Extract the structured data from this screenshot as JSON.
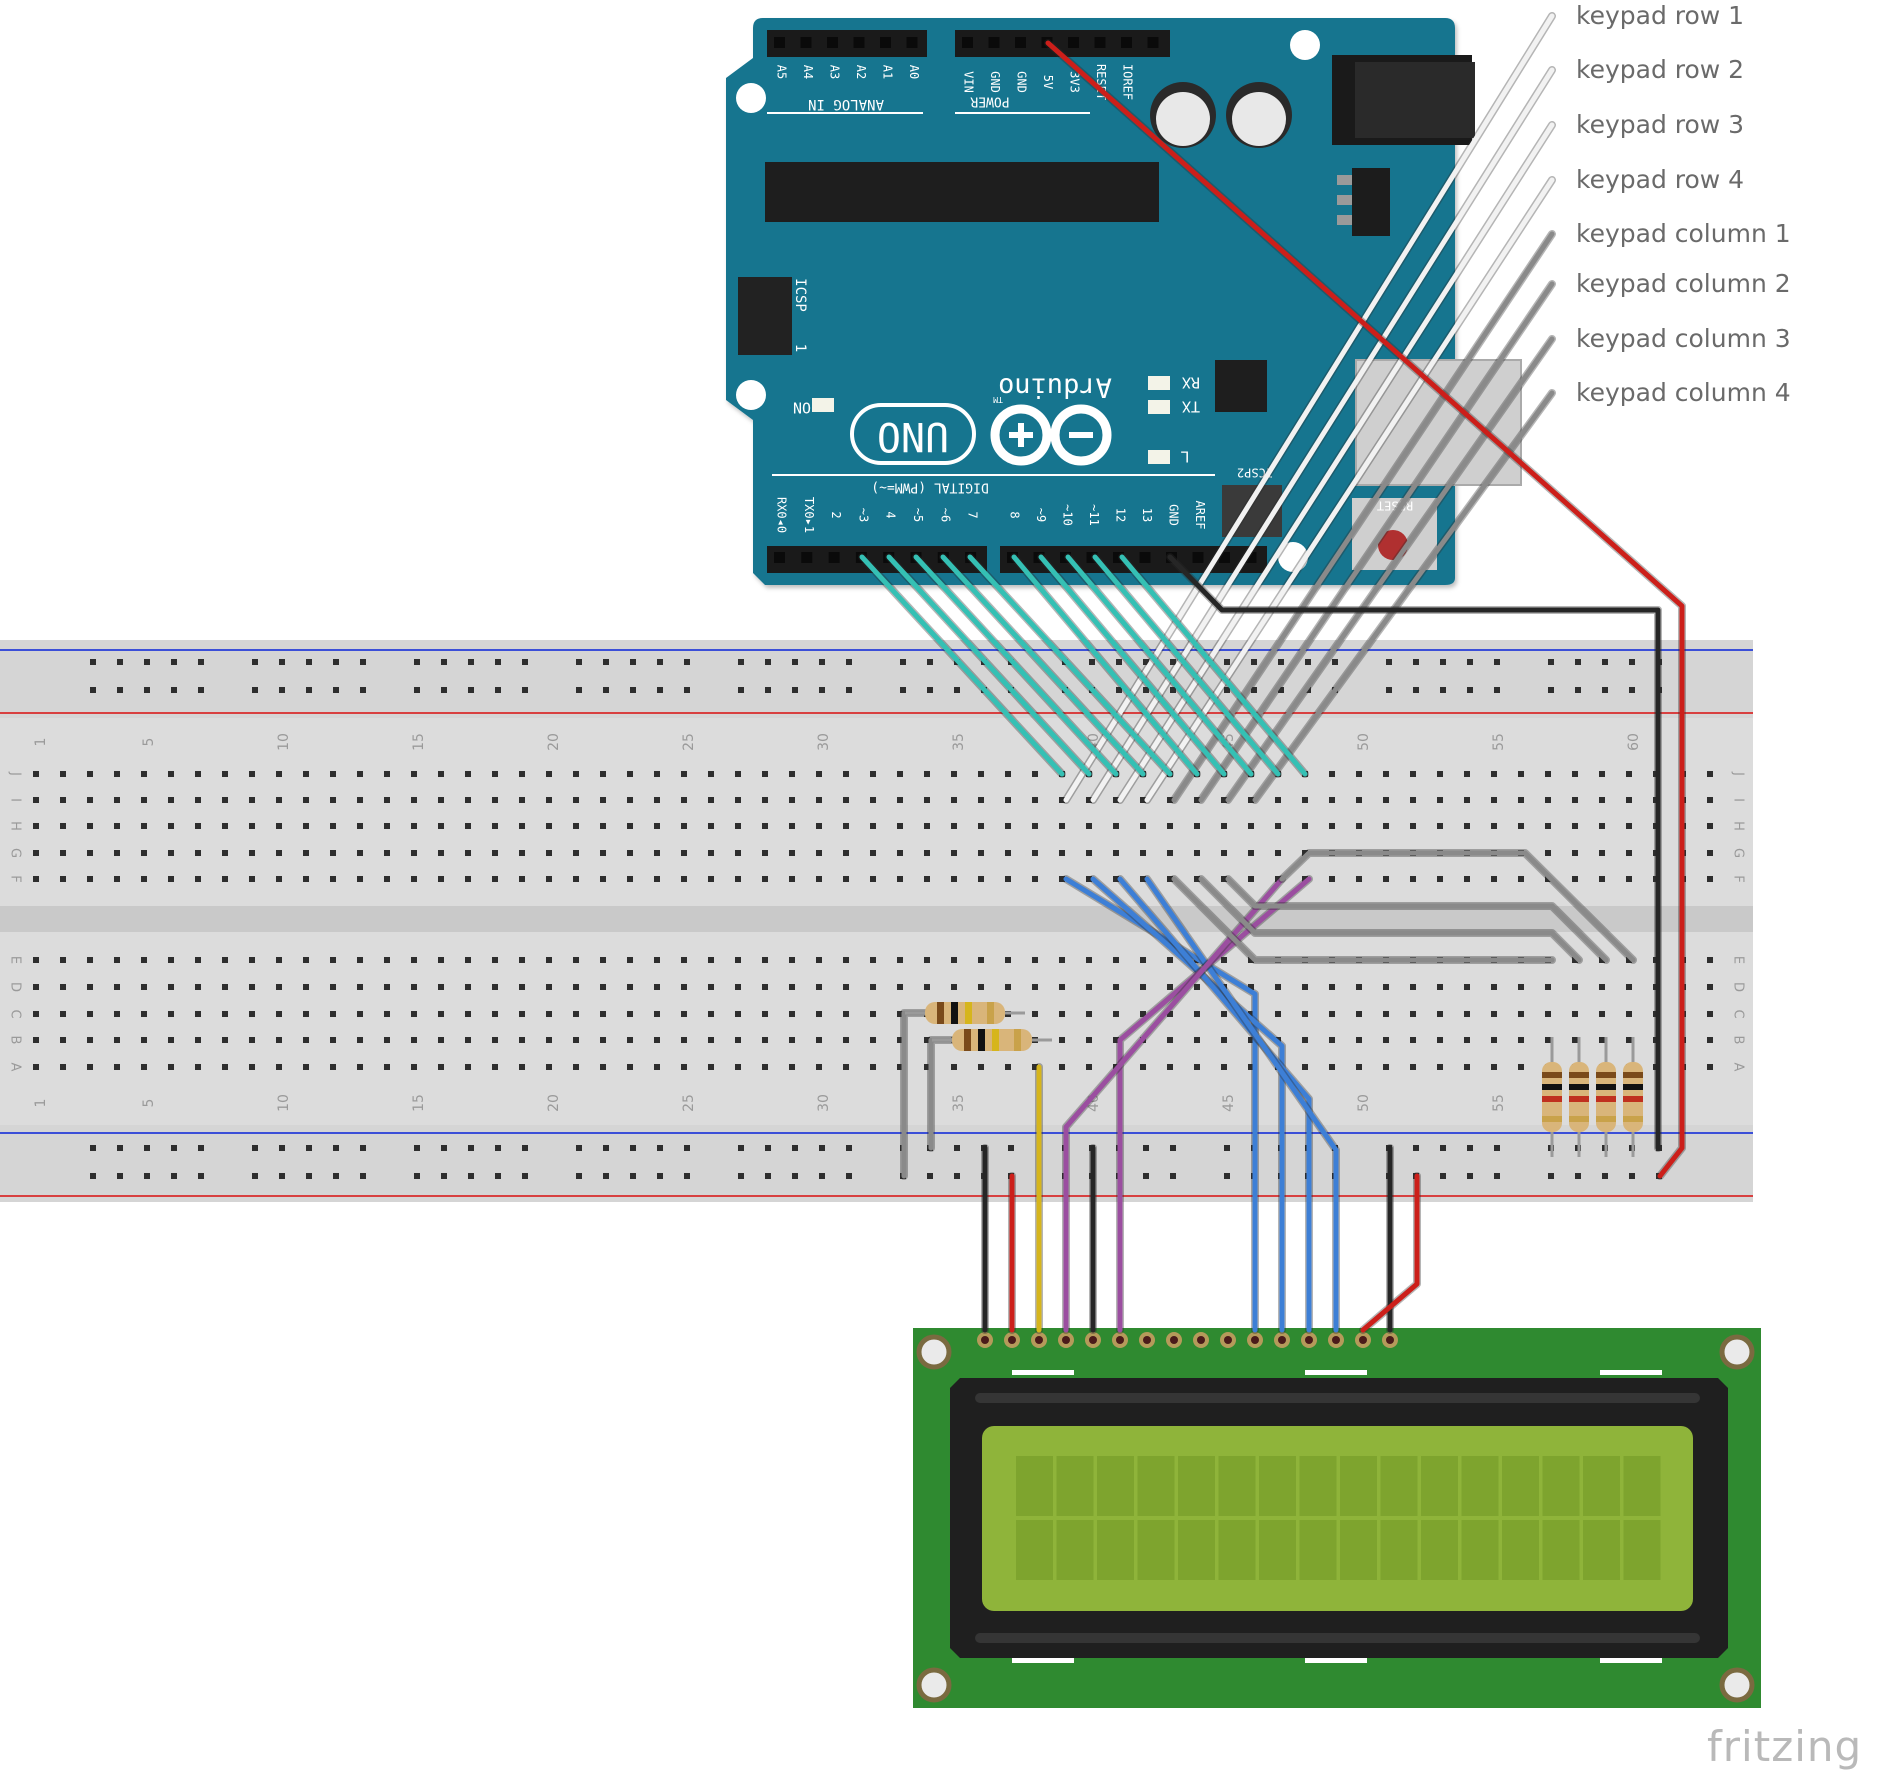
{
  "labels": {
    "keypad_pins": [
      "keypad row 1",
      "keypad row 2",
      "keypad row 3",
      "keypad row 4",
      "keypad column 1",
      "keypad column 2",
      "keypad column 3",
      "keypad column 4"
    ],
    "watermark": "fritzing"
  },
  "arduino": {
    "brand": "Arduino",
    "model": "UNO",
    "tm": "TM",
    "analog_header": "ANALOG IN",
    "analog_pins": [
      "A5",
      "A4",
      "A3",
      "A2",
      "A1",
      "A0"
    ],
    "power_header": "POWER",
    "power_pins": [
      "VIN",
      "GND",
      "GND",
      "5V",
      "3V3",
      "RESET",
      "IOREF"
    ],
    "digital_header": "DIGITAL (PWM=~)",
    "digital_pins": [
      "RX0◂0",
      "TX0▸1",
      "2",
      "~3",
      "4",
      "~5",
      "~6",
      "7",
      "8",
      "~9",
      "~10",
      "~11",
      "12",
      "13",
      "GND",
      "AREF"
    ],
    "icsp": "ICSP",
    "icsp2": "ICSP2",
    "reset": "RESET",
    "on_led": "ON",
    "rx_led": "RX",
    "tx_led": "TX",
    "l_led": "L",
    "one_mark": "1"
  },
  "breadboard": {
    "row_letters_top": [
      "J",
      "I",
      "H",
      "G",
      "F"
    ],
    "row_letters_bottom": [
      "E",
      "D",
      "C",
      "B",
      "A"
    ],
    "column_numbers": [
      "1",
      "5",
      "10",
      "15",
      "20",
      "25",
      "30",
      "35",
      "40",
      "45",
      "50",
      "55",
      "60"
    ]
  },
  "colors": {
    "board_blue": "#15738f",
    "wire_red": "#cc1f1a",
    "wire_black": "#262626",
    "wire_white": "#f2f2f2",
    "wire_gray": "#8a8a8a",
    "wire_cyan": "#35c0b4",
    "wire_blue": "#3d7fd6",
    "wire_purple": "#9b4ea0",
    "wire_yellow": "#d6b51c",
    "lcd_pcb": "#2f8a30",
    "lcd_screen": "#8fb43a"
  }
}
